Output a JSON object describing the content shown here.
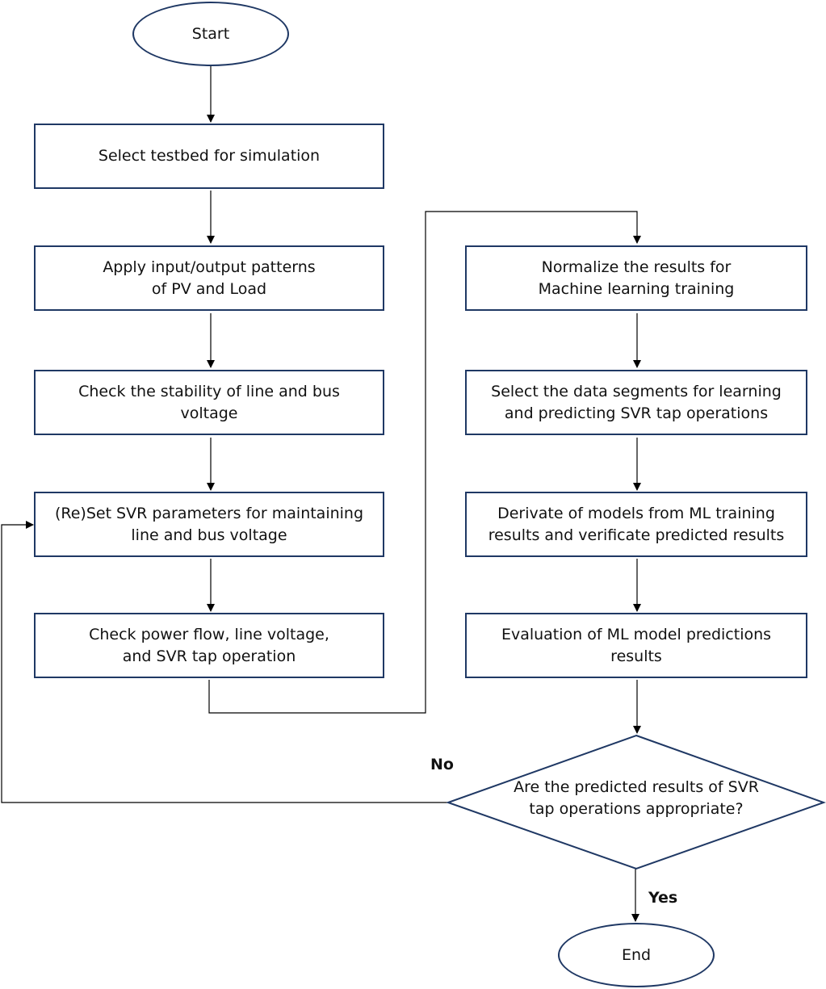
{
  "flowchart": {
    "start": "Start",
    "end": "End",
    "left_column": {
      "step1": "Select testbed for simulation",
      "step2": "Apply input/output patterns\nof PV and Load",
      "step3": "Check the stability of line and bus\nvoltage",
      "step4": "(Re)Set SVR parameters for maintaining\nline and bus voltage",
      "step5": "Check power flow, line voltage,\nand SVR tap operation"
    },
    "right_column": {
      "step6": "Normalize the results for\nMachine learning training",
      "step7": "Select the data segments for learning\nand predicting SVR tap operations",
      "step8": "Derivate of models from ML training\nresults and verificate predicted results",
      "step9": "Evaluation of ML model predictions\nresults"
    },
    "decision": "Are the predicted results of SVR\ntap operations appropriate?",
    "no_label": "No",
    "yes_label": "Yes"
  },
  "colors": {
    "box_border": "#1f3864",
    "connector": "#000000"
  }
}
